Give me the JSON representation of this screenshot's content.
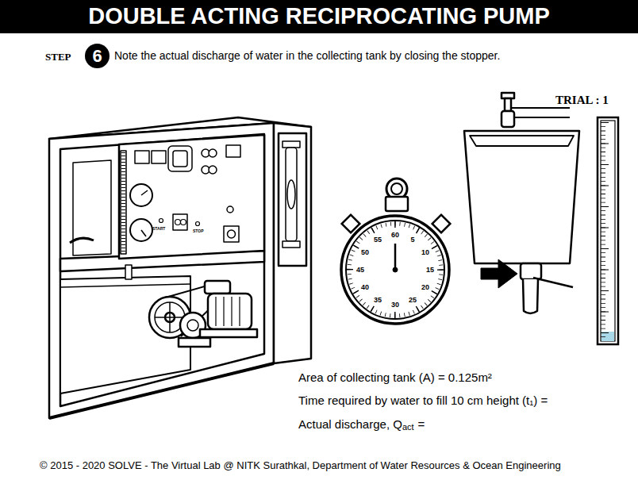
{
  "diagram": {
    "title": "DOUBLE ACTING RECIPROCATING PUMP",
    "nodes": [
      {
        "text": [
          "6"
        ]
      }
    ],
    "labels": [
      "STEP",
      "Note the actual discharge of water in the collecting tank by closing the stopper.",
      "TRIAL : 1",
      "START",
      "STOP",
      "60",
      "5",
      "10",
      "15",
      "20",
      "25",
      "30",
      "35",
      "40",
      "45",
      "50",
      "55",
      "Area of collecting tank (A) = 0.125m²",
      "Time required by water to fill 10 cm height (t₁) =",
      "Actual discharge, Q",
      "act",
      "=",
      "© 2015 - 2020 SOLVE - The Virtual Lab @ NITK Surathkal, Department of Water Resources & Ocean Engineering"
    ]
  }
}
